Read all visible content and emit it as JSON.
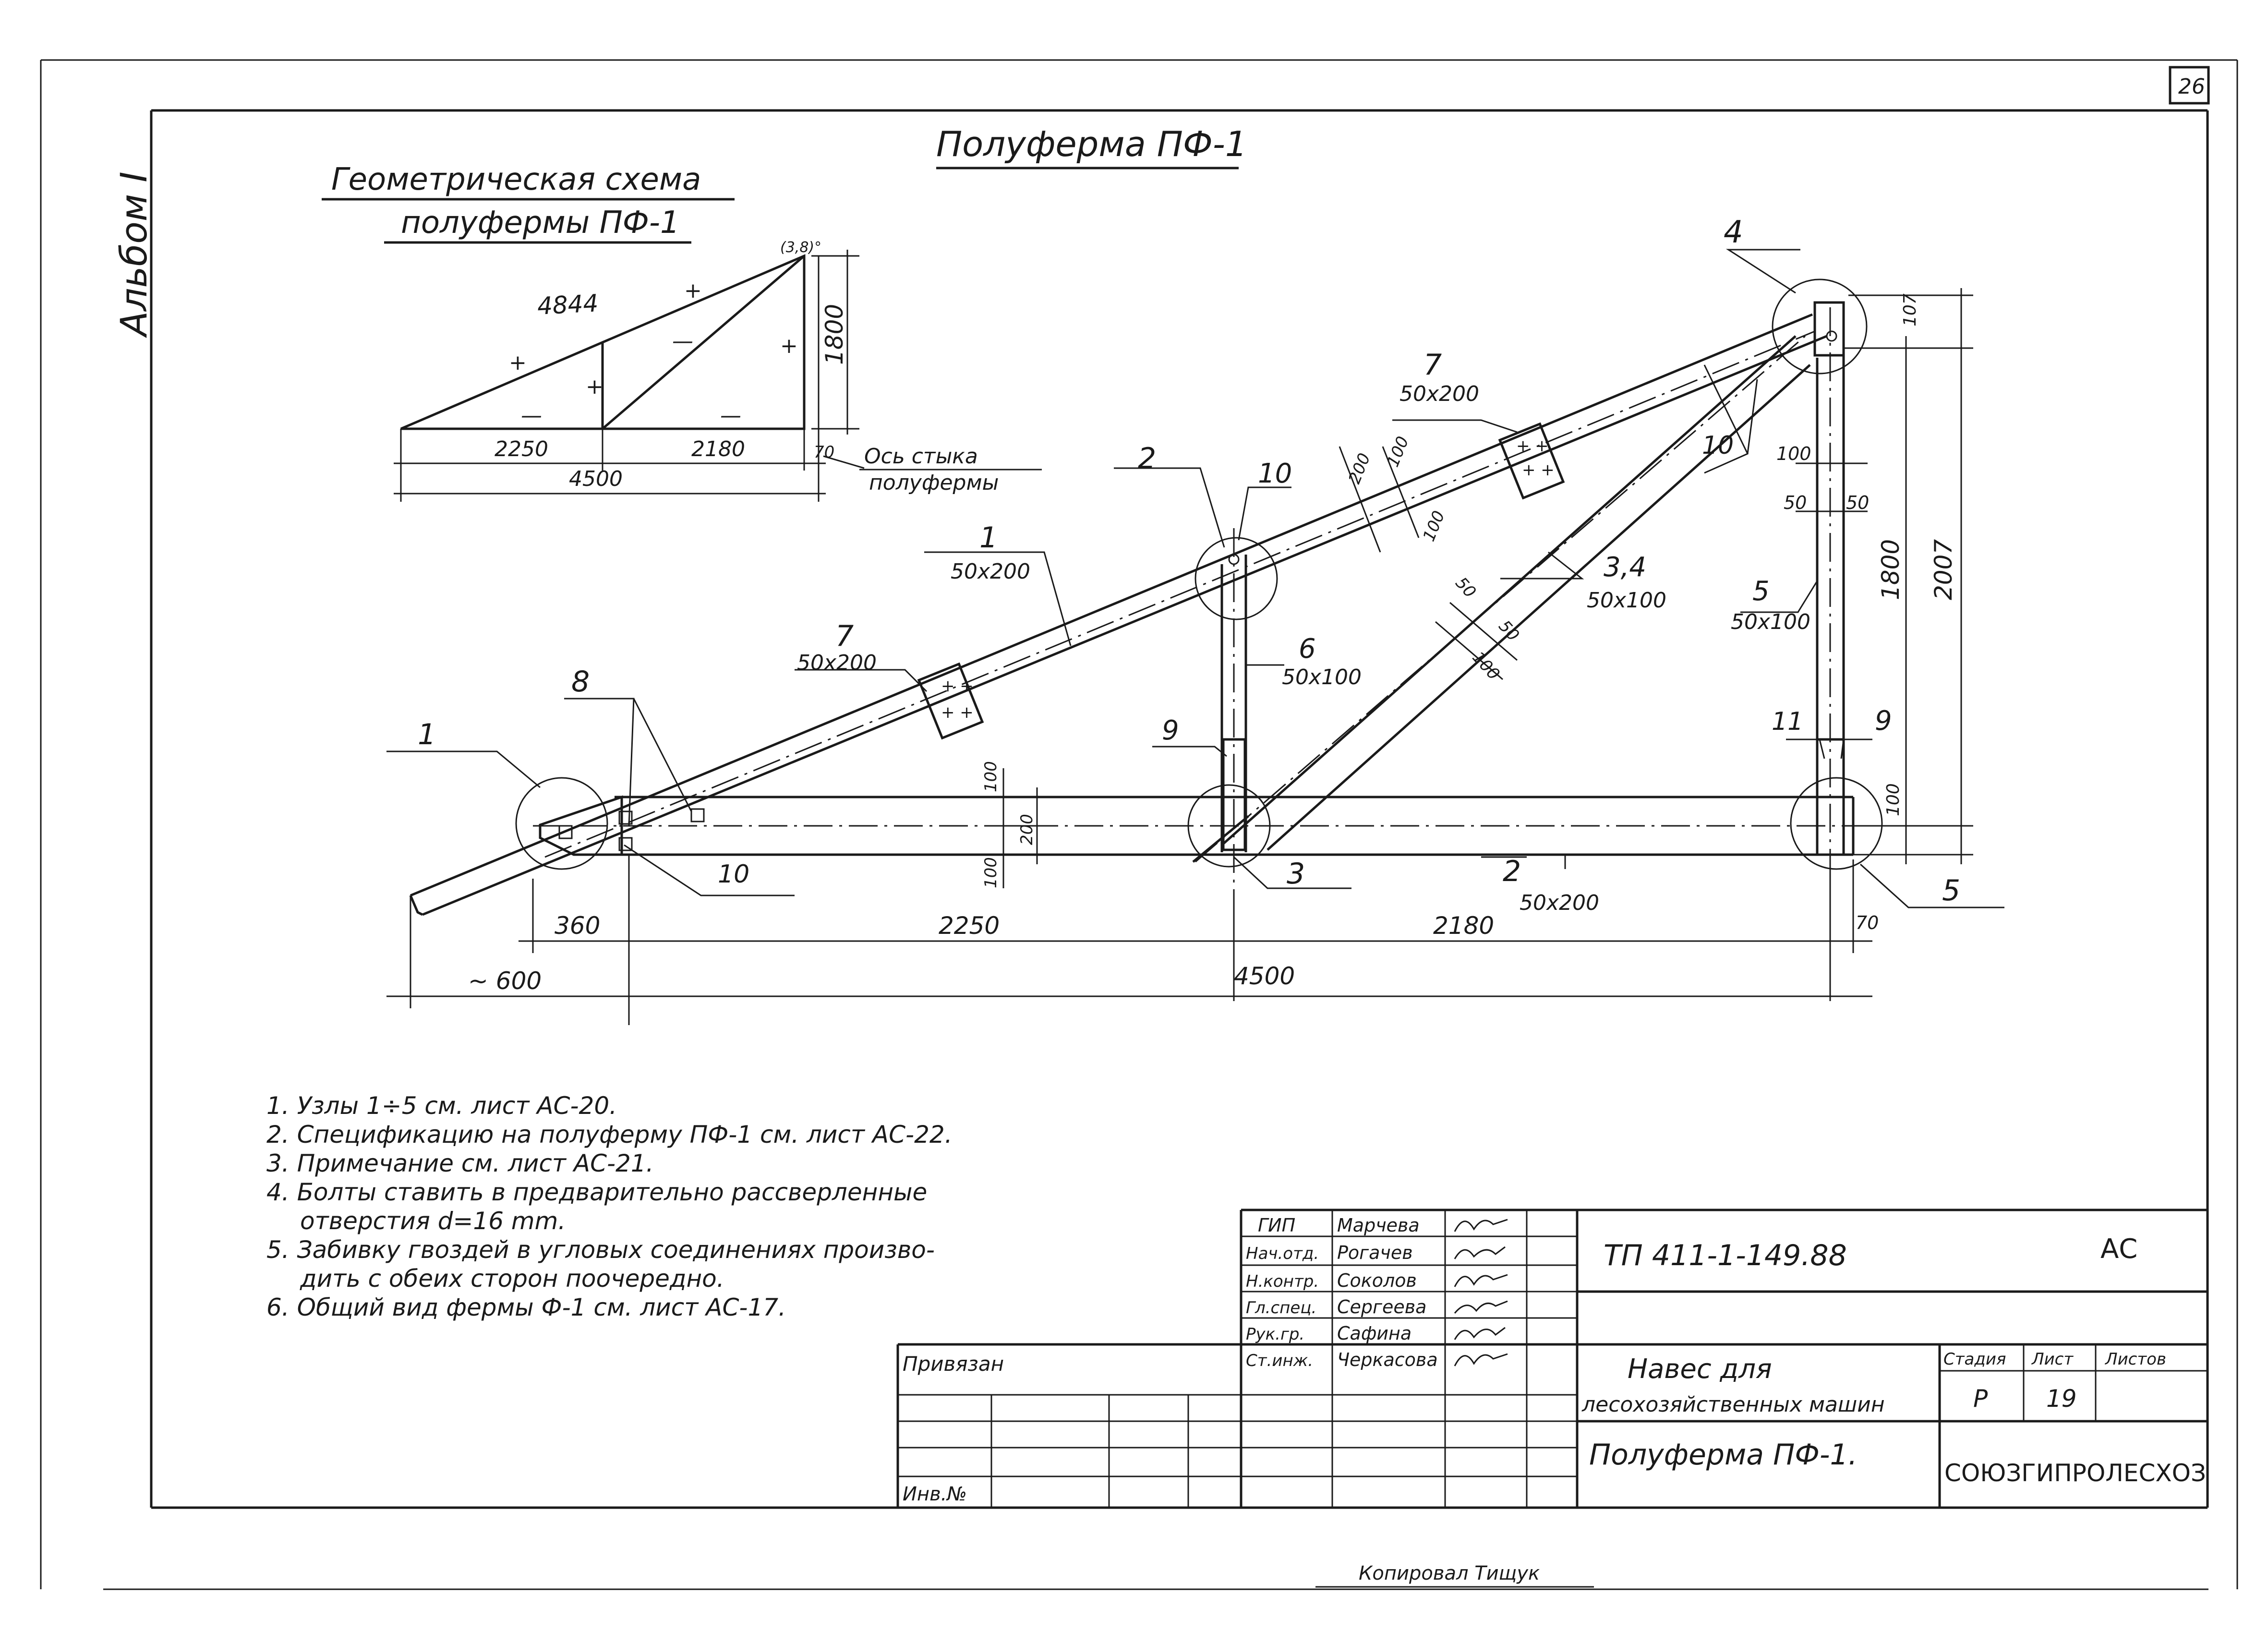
{
  "page": {
    "sheet_no": "26",
    "album": "Альбом I",
    "title": "Полуферма ПФ-1",
    "copied": "Копировал Тищук"
  },
  "scheme": {
    "title1": "Геометрическая схема",
    "title2": "полуфермы ПФ-1",
    "dims": {
      "top": "4844",
      "height": "1800",
      "left": "2250",
      "right": "2180",
      "offset": "70",
      "total": "4500",
      "angle": "(3,8)°"
    },
    "axis1": "Ось стыка",
    "axis2": "полуфермы"
  },
  "drawing": {
    "labels": {
      "n1a": "1",
      "n1b": "1",
      "n2a": "2",
      "n2b": "2",
      "n3": "3",
      "n34": "3,4",
      "n4": "4",
      "n5a": "5",
      "n5b": "5",
      "n6": "6",
      "n7a": "7",
      "n7b": "7",
      "n8": "8",
      "n9a": "9",
      "n9b": "9",
      "n10a": "10",
      "n10b": "10",
      "n10c": "10",
      "n11": "11",
      "s50x200a": "50x200",
      "s50x200b": "50x200",
      "s50x200c": "50x200",
      "s50x200d": "50x200",
      "s50x100a": "50x100",
      "s50x100b": "50x100",
      "s50x100c": "50x100"
    },
    "dims": {
      "d360": "360",
      "d2250": "2250",
      "d2180": "2180",
      "d70": "70",
      "d600": "~ 600",
      "d4500": "4500",
      "d100a": "100",
      "d200": "200",
      "d100b": "100",
      "d200t": "200",
      "d100t": "100",
      "d100t2": "100",
      "d50a": "50",
      "d50b": "50",
      "d100c": "100",
      "d100r": "100",
      "d50r1": "50",
      "d50r2": "50",
      "d1800": "1800",
      "d2007": "2007",
      "d107": "107",
      "d100r2": "100"
    }
  },
  "notes": [
    "1. Узлы 1÷5 см. лист АС-20.",
    "2. Спецификацию на полуферму ПФ-1 см. лист АС-22.",
    "3. Примечание см. лист АС-21.",
    "4. Болты ставить в предварительно рассверленные",
    "отверстия d=16 mm.",
    "5. Забивку гвоздей в угловых соединениях произво-",
    "дить с обеих сторон поочередно.",
    "6. Общий вид фермы Ф-1 см. лист АС-17."
  ],
  "stamp": {
    "roles": [
      "ГИП",
      "Нач.отд.",
      "Н.контр.",
      "Гл.спец.",
      "Рук.гр.",
      "Ст.инж."
    ],
    "names": [
      "Марчева",
      "Рогачев",
      "Соколов",
      "Сергеева",
      "Сафина",
      "Черкасова"
    ],
    "code": "ТП 411-1-149.88",
    "mark": "АС",
    "project1": "Навес для",
    "project2": "лесохозяйственных машин",
    "sheet_title": "Полуферма ПФ-1.",
    "stage_h": "Стадия",
    "sheet_h": "Лист",
    "sheets_h": "Листов",
    "stage": "Р",
    "sheet": "19",
    "org": "СОЮЗГИПРОЛЕСХОЗ",
    "linked": "Привязан",
    "inv": "Инв.№"
  }
}
